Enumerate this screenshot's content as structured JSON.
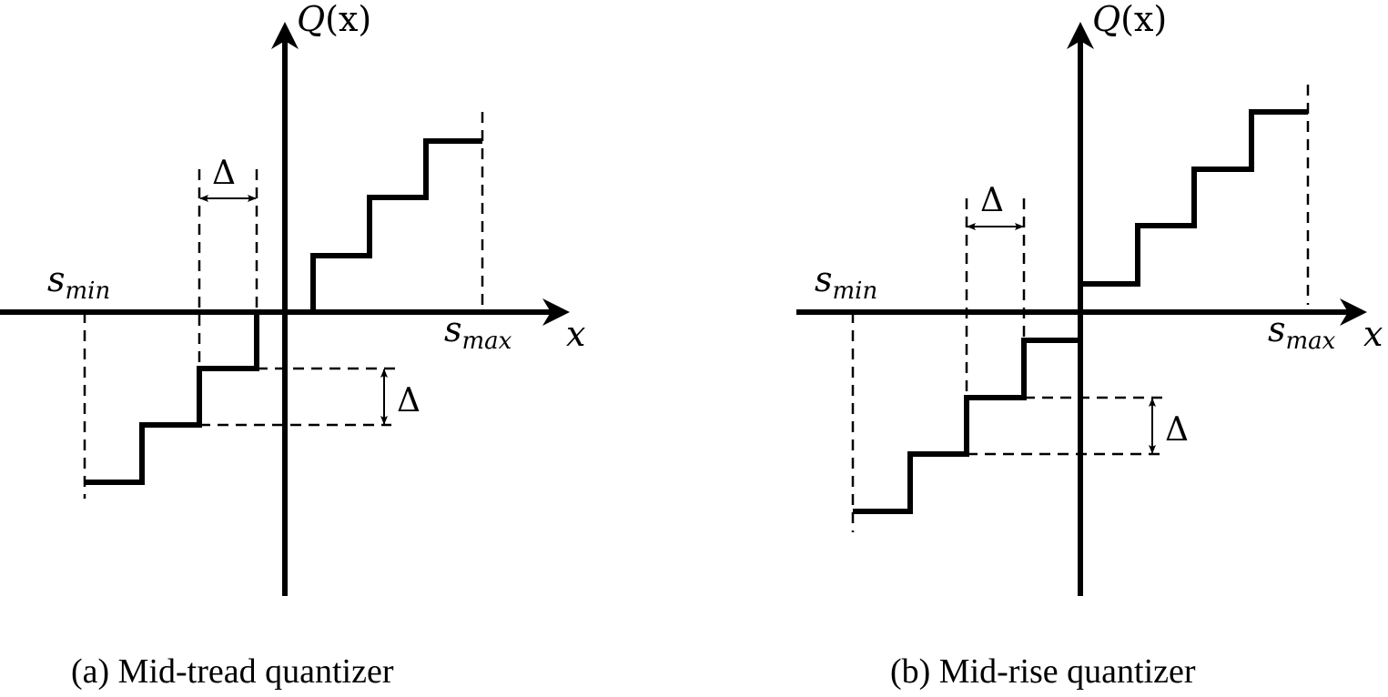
{
  "panels": [
    {
      "id": "a",
      "caption": "(a) Mid-tread quantizer",
      "y_axis_label_Q": "Q",
      "y_axis_label_arg": "(x)",
      "x_axis_label": "x",
      "s_min_base": "s",
      "s_min_sub": "min",
      "s_max_base": "s",
      "s_max_sub": "max",
      "step_width_label": "Δ",
      "step_height_label": "Δ"
    },
    {
      "id": "b",
      "caption": "(b) Mid-rise quantizer",
      "y_axis_label_Q": "Q",
      "y_axis_label_arg": "(x)",
      "x_axis_label": "x",
      "s_min_base": "s",
      "s_min_sub": "min",
      "s_max_base": "s",
      "s_max_sub": "max",
      "step_width_label": "Δ",
      "step_height_label": "Δ"
    }
  ]
}
